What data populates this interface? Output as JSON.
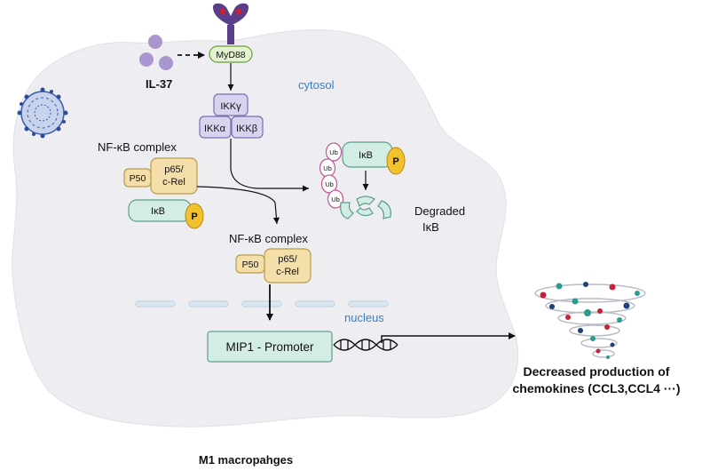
{
  "labels": {
    "il37": "IL-37",
    "myd88": "MyD88",
    "cytosol": "cytosol",
    "ikk_gamma": "IKKγ",
    "ikk_alpha": "IKKα",
    "ikk_beta": "IKKβ",
    "nfkb_complex_1": "NF-κB complex",
    "p50_1": "P50",
    "p65_1_line1": "p65/",
    "p65_1_line2": "c-Rel",
    "ikb_1": "IκB",
    "p_1": "P",
    "ub": "Ub",
    "ikb_2": "IκB",
    "p_2": "P",
    "degraded_line1": "Degraded",
    "degraded_line2": "IκB",
    "nfkb_complex_2": "NF-κB complex",
    "p50_2": "P50",
    "p65_2_line1": "p65/",
    "p65_2_line2": "c-Rel",
    "nucleus": "nucleus",
    "promoter": "MIP1 - Promoter",
    "output_line1": "Decreased production of",
    "output_line2": "chemokines (CCL3,CCL4 ···)",
    "cell_label": "M1 macropahges"
  },
  "colors": {
    "cell_fill": "#eeeef2",
    "ikk_fill": "#d9d3f0",
    "ikk_stroke": "#7b6fb0",
    "complex_fill": "#f4dfaa",
    "complex_stroke": "#b99a4a",
    "ikb_fill": "#d3ece4",
    "ikb_stroke": "#5a9e8c",
    "phospho_fill": "#f2c12e",
    "ub_stroke": "#c0559a",
    "myd88_fill": "#e4f3cf",
    "myd88_stroke": "#6a9e3e",
    "receptor": "#5b3e8a",
    "ligand": "#a995cf",
    "cytosol_text": "#3a7fc2",
    "nucleus_text": "#3a7fc2",
    "membrane": "#b9cfe0"
  },
  "icons": [
    "il37-ligand-icon",
    "receptor-icon",
    "virus-icon",
    "dna-helix-icon",
    "chemokine-tornado-icon"
  ]
}
